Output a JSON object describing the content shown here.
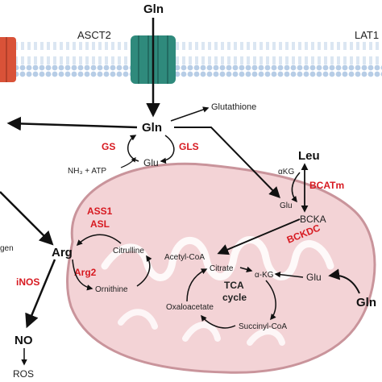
{
  "transporters": {
    "asct2": "ASCT2",
    "lat1": "LAT1"
  },
  "metabolites": {
    "gln_top": "Gln",
    "gln_cyto": "Gln",
    "glutathione": "Glutathione",
    "glu_cyto": "Glu",
    "nh3_atp": "NH₃ + ATP",
    "leu": "Leu",
    "akg_mito": "αKG",
    "glu_mito": "Glu",
    "bcka": "BCKA",
    "arg": "Arg",
    "citrulline": "Citrulline",
    "ornithine": "Ornithine",
    "nitrogen_partial": "gen",
    "no": "NO",
    "ros": "ROS",
    "acetyl_coa": "Acetyl-CoA",
    "citrate": "Citrate",
    "a_kg": "α-KG",
    "glu_tca": "Glu",
    "gln_mito": "Gln",
    "oxaloacetate": "Oxaloacetate",
    "succinyl_coa": "Succinyl-CoA",
    "tca_line1": "TCA",
    "tca_line2": "cycle"
  },
  "enzymes": {
    "gs": "GS",
    "gls": "GLS",
    "bcatm": "BCATm",
    "ass1": "ASS1",
    "asl": "ASL",
    "bckdc": "BCKDC",
    "inos": "iNOS",
    "arg2": "Arg2"
  },
  "colors": {
    "enzyme_red": "#d71920",
    "membrane_blue": "#b7cde6",
    "transporter_green": "#2f8a7c",
    "transporter_red": "#d95238",
    "mitochondrion_fill": "#f3d3d6",
    "mitochondrion_stroke": "#c9949b"
  }
}
